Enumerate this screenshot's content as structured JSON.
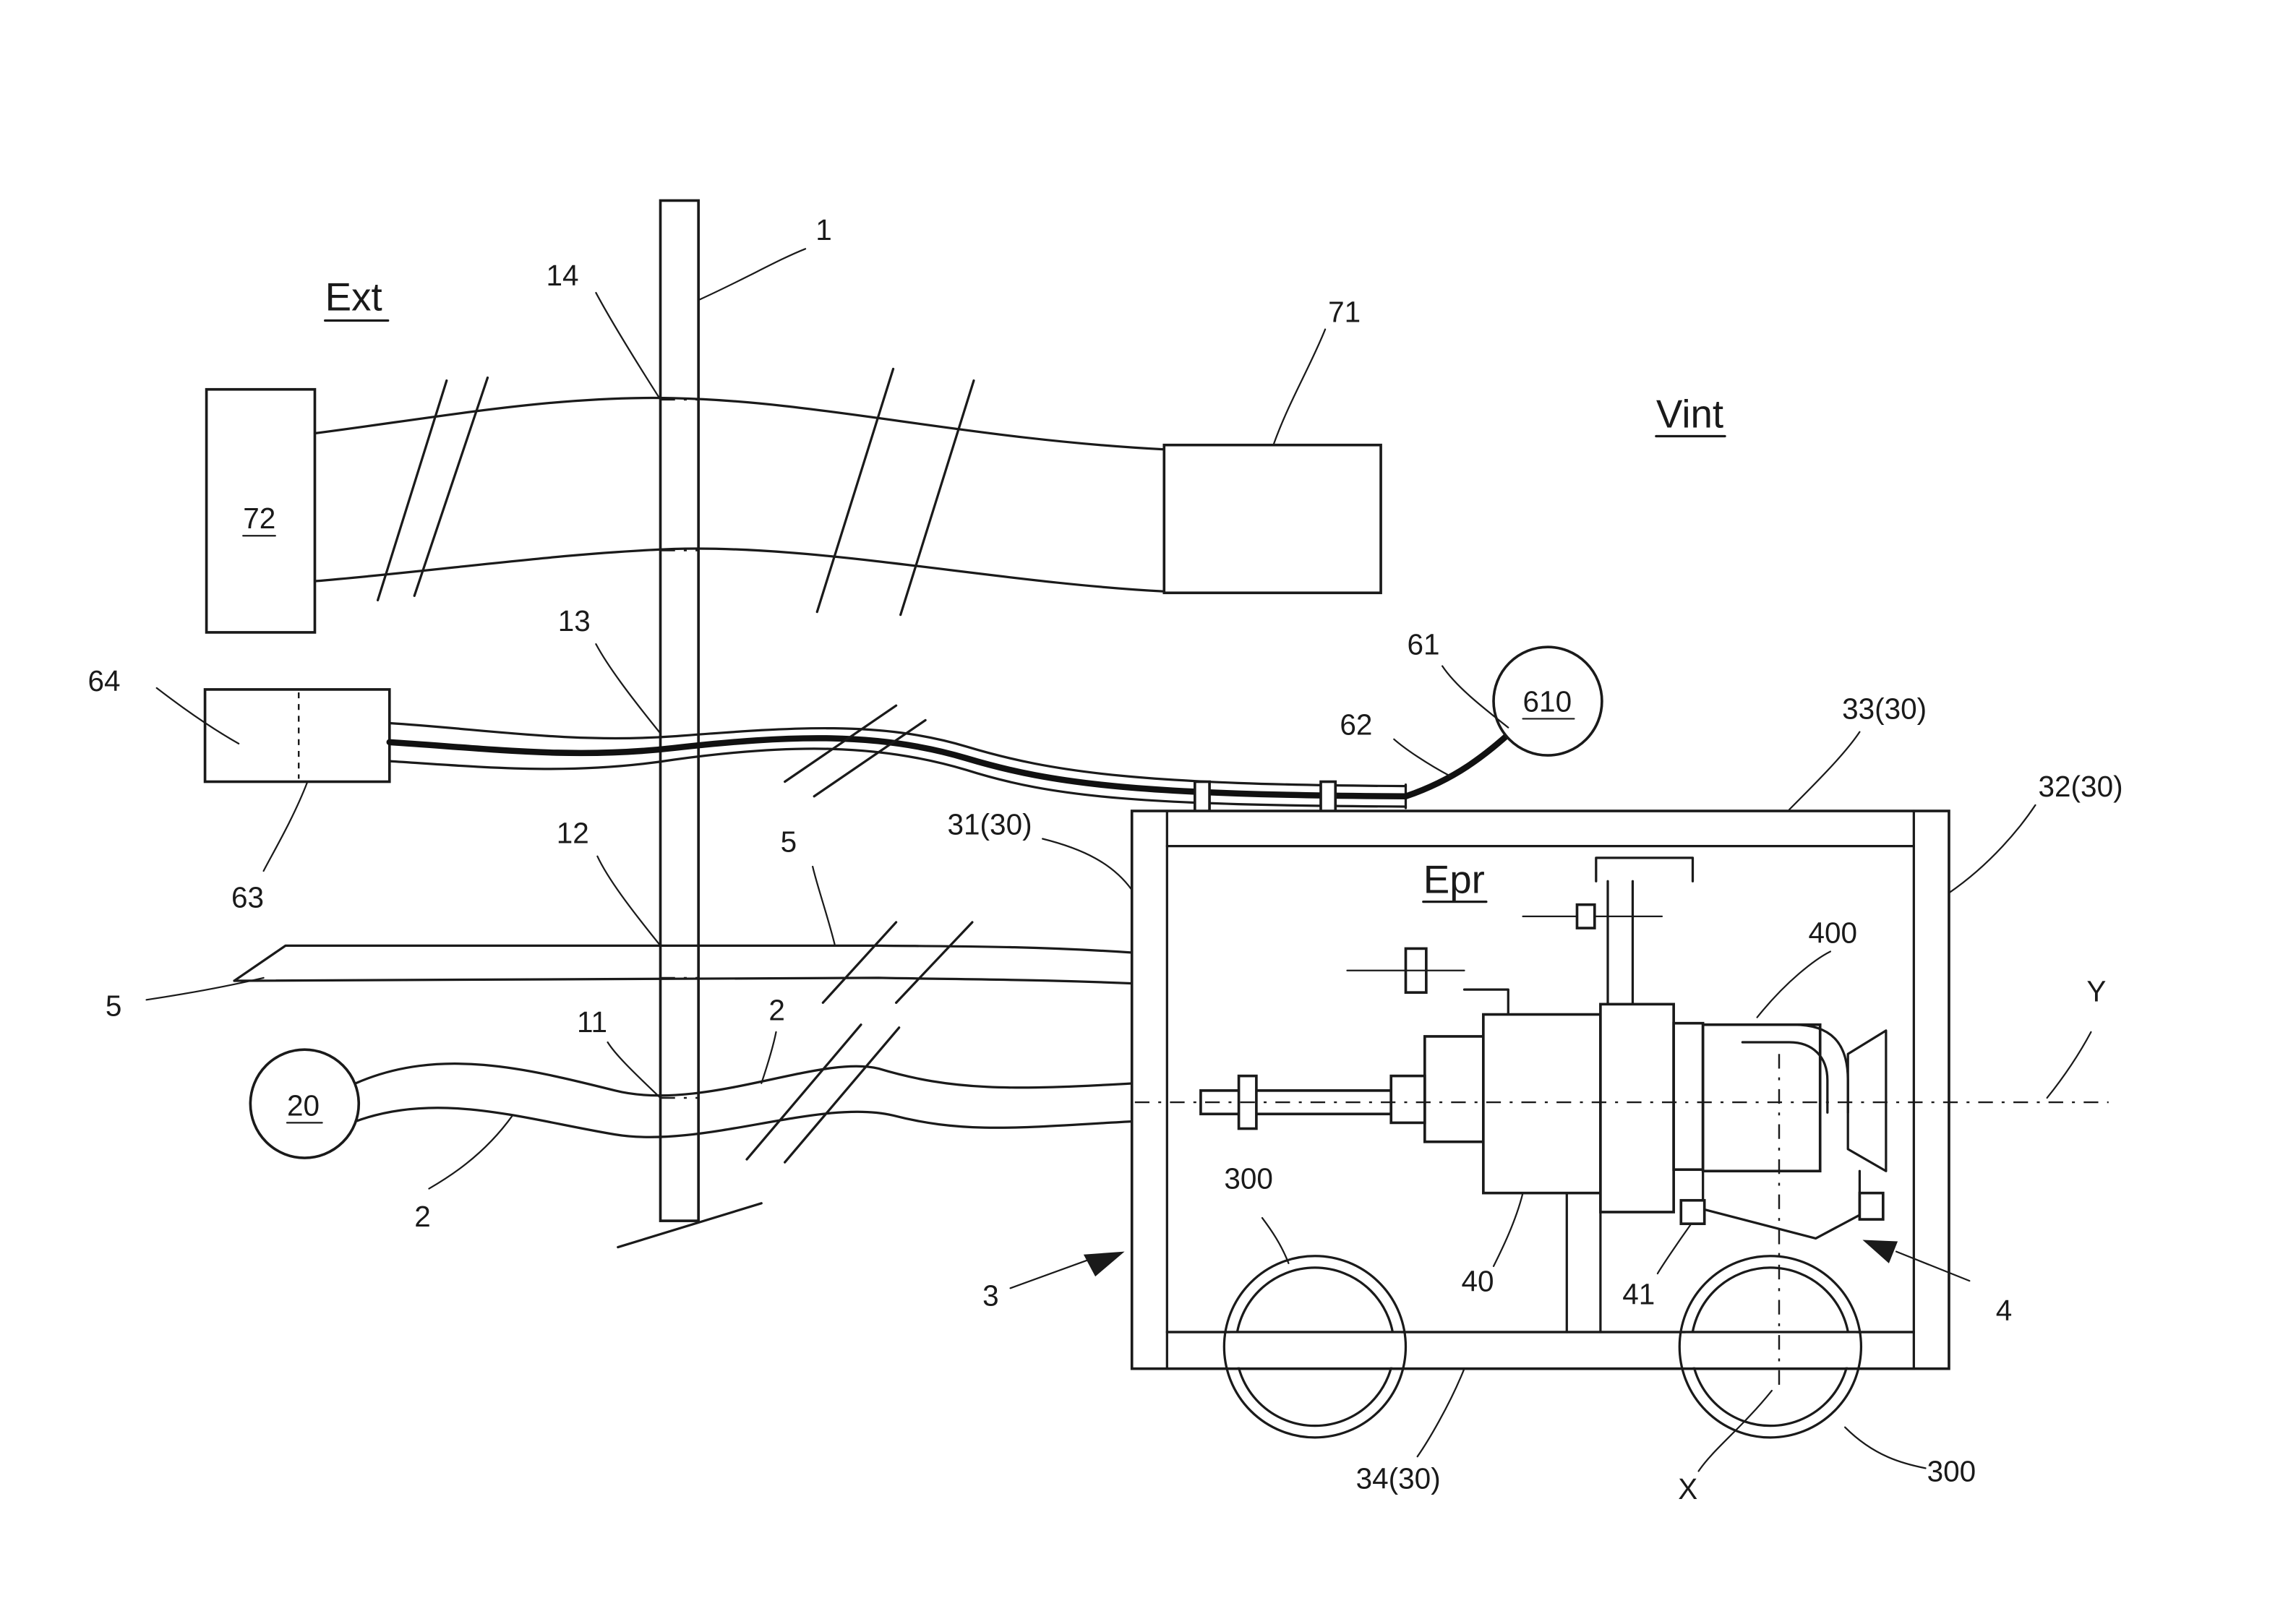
{
  "zones": {
    "ext": "Ext",
    "vint": "Vint",
    "epr": "Epr"
  },
  "labels": {
    "l1": "1",
    "l2a": "2",
    "l2b": "2",
    "l3": "3",
    "l4": "4",
    "l5a": "5",
    "l5b": "5",
    "l11": "11",
    "l12": "12",
    "l13": "13",
    "l14": "14",
    "l20": "20",
    "l31": "31(30)",
    "l32": "32(30)",
    "l33": "33(30)",
    "l34": "34(30)",
    "l40": "40",
    "l41": "41",
    "l61": "61",
    "l62": "62",
    "l63": "63",
    "l64": "64",
    "l71": "71",
    "l72": "72",
    "l300a": "300",
    "l300b": "300",
    "l400": "400",
    "l610": "610",
    "lX": "X",
    "lY": "Y"
  }
}
